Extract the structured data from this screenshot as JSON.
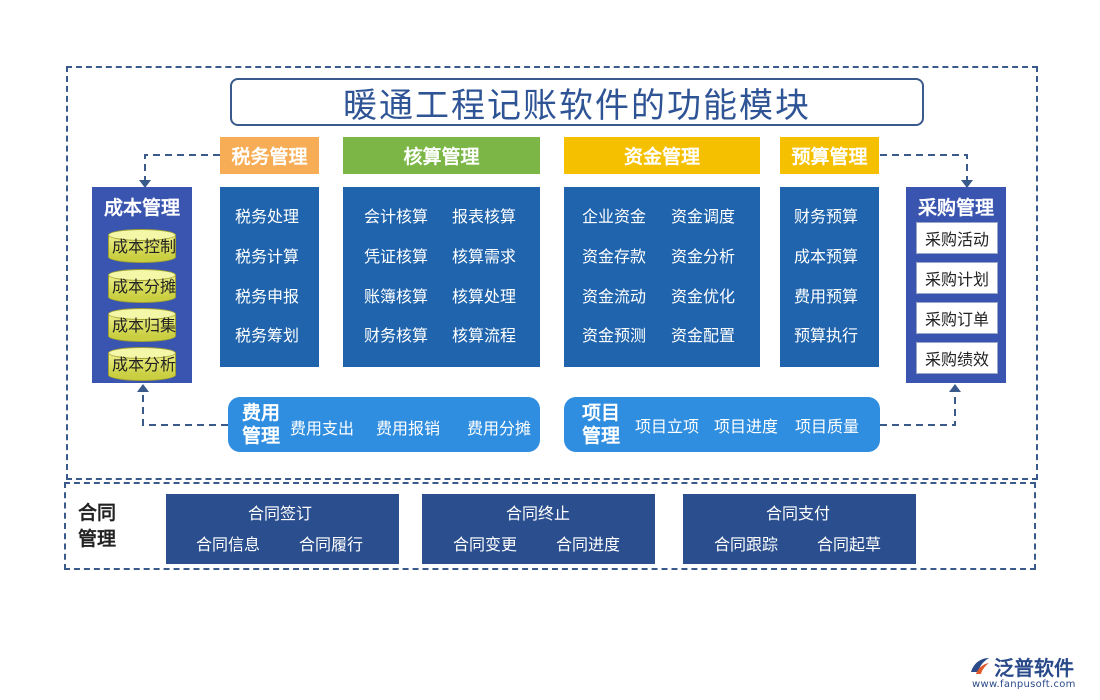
{
  "title": "暖通工程记账软件的功能模块",
  "modules": {
    "tax": {
      "header": "税务管理",
      "header_color": "#f6ad55",
      "items": [
        "税务处理",
        "税务计算",
        "税务申报",
        "税务筹划"
      ]
    },
    "accounting": {
      "header": "核算管理",
      "header_color": "#7bb646",
      "items": [
        "会计核算",
        "报表核算",
        "凭证核算",
        "核算需求",
        "账簿核算",
        "核算处理",
        "财务核算",
        "核算流程"
      ]
    },
    "funds": {
      "header": "资金管理",
      "header_color": "#f5c000",
      "items": [
        "企业资金",
        "资金调度",
        "资金存款",
        "资金分析",
        "资金流动",
        "资金优化",
        "资金预测",
        "资金配置"
      ]
    },
    "budget": {
      "header": "预算管理",
      "header_color": "#f5c000",
      "items": [
        "财务预算",
        "成本预算",
        "费用预算",
        "预算执行"
      ]
    }
  },
  "cost": {
    "title": "成本管理",
    "items": [
      "成本控制",
      "成本分摊",
      "成本归集",
      "成本分析"
    ]
  },
  "purchase": {
    "title": "采购管理",
    "items": [
      "采购活动",
      "采购计划",
      "采购订单",
      "采购绩效"
    ]
  },
  "expense": {
    "title": "费用管理",
    "items": [
      "费用支出",
      "费用报销",
      "费用分摊"
    ]
  },
  "project": {
    "title": "项目管理",
    "items": [
      "项目立项",
      "项目进度",
      "项目质量"
    ]
  },
  "contract": {
    "label": "合同管理",
    "groups": [
      {
        "title": "合同签订",
        "items": [
          "合同信息",
          "合同履行"
        ]
      },
      {
        "title": "合同终止",
        "items": [
          "合同变更",
          "合同进度"
        ]
      },
      {
        "title": "合同支付",
        "items": [
          "合同跟踪",
          "合同起草"
        ]
      }
    ]
  },
  "logo": {
    "name": "泛普软件",
    "url": "www.fanpusoft.com"
  },
  "colors": {
    "panel_blue": "#1f64ad",
    "side_blue": "#3a55b0",
    "pill_blue": "#2f8ee0",
    "dark_blue": "#2b4f8e",
    "dash": "#3a5a8c"
  }
}
